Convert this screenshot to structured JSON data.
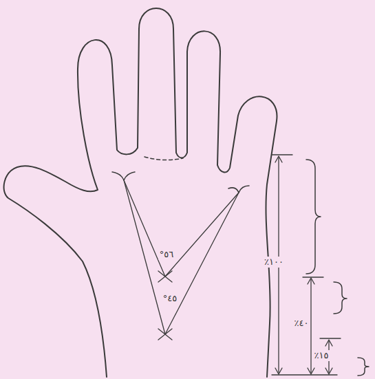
{
  "diagram": {
    "labels": [
      "°٥٦",
      "°٤٥",
      "٪١٠٠",
      "٪٤٠",
      "٪١٥"
    ]
  }
}
